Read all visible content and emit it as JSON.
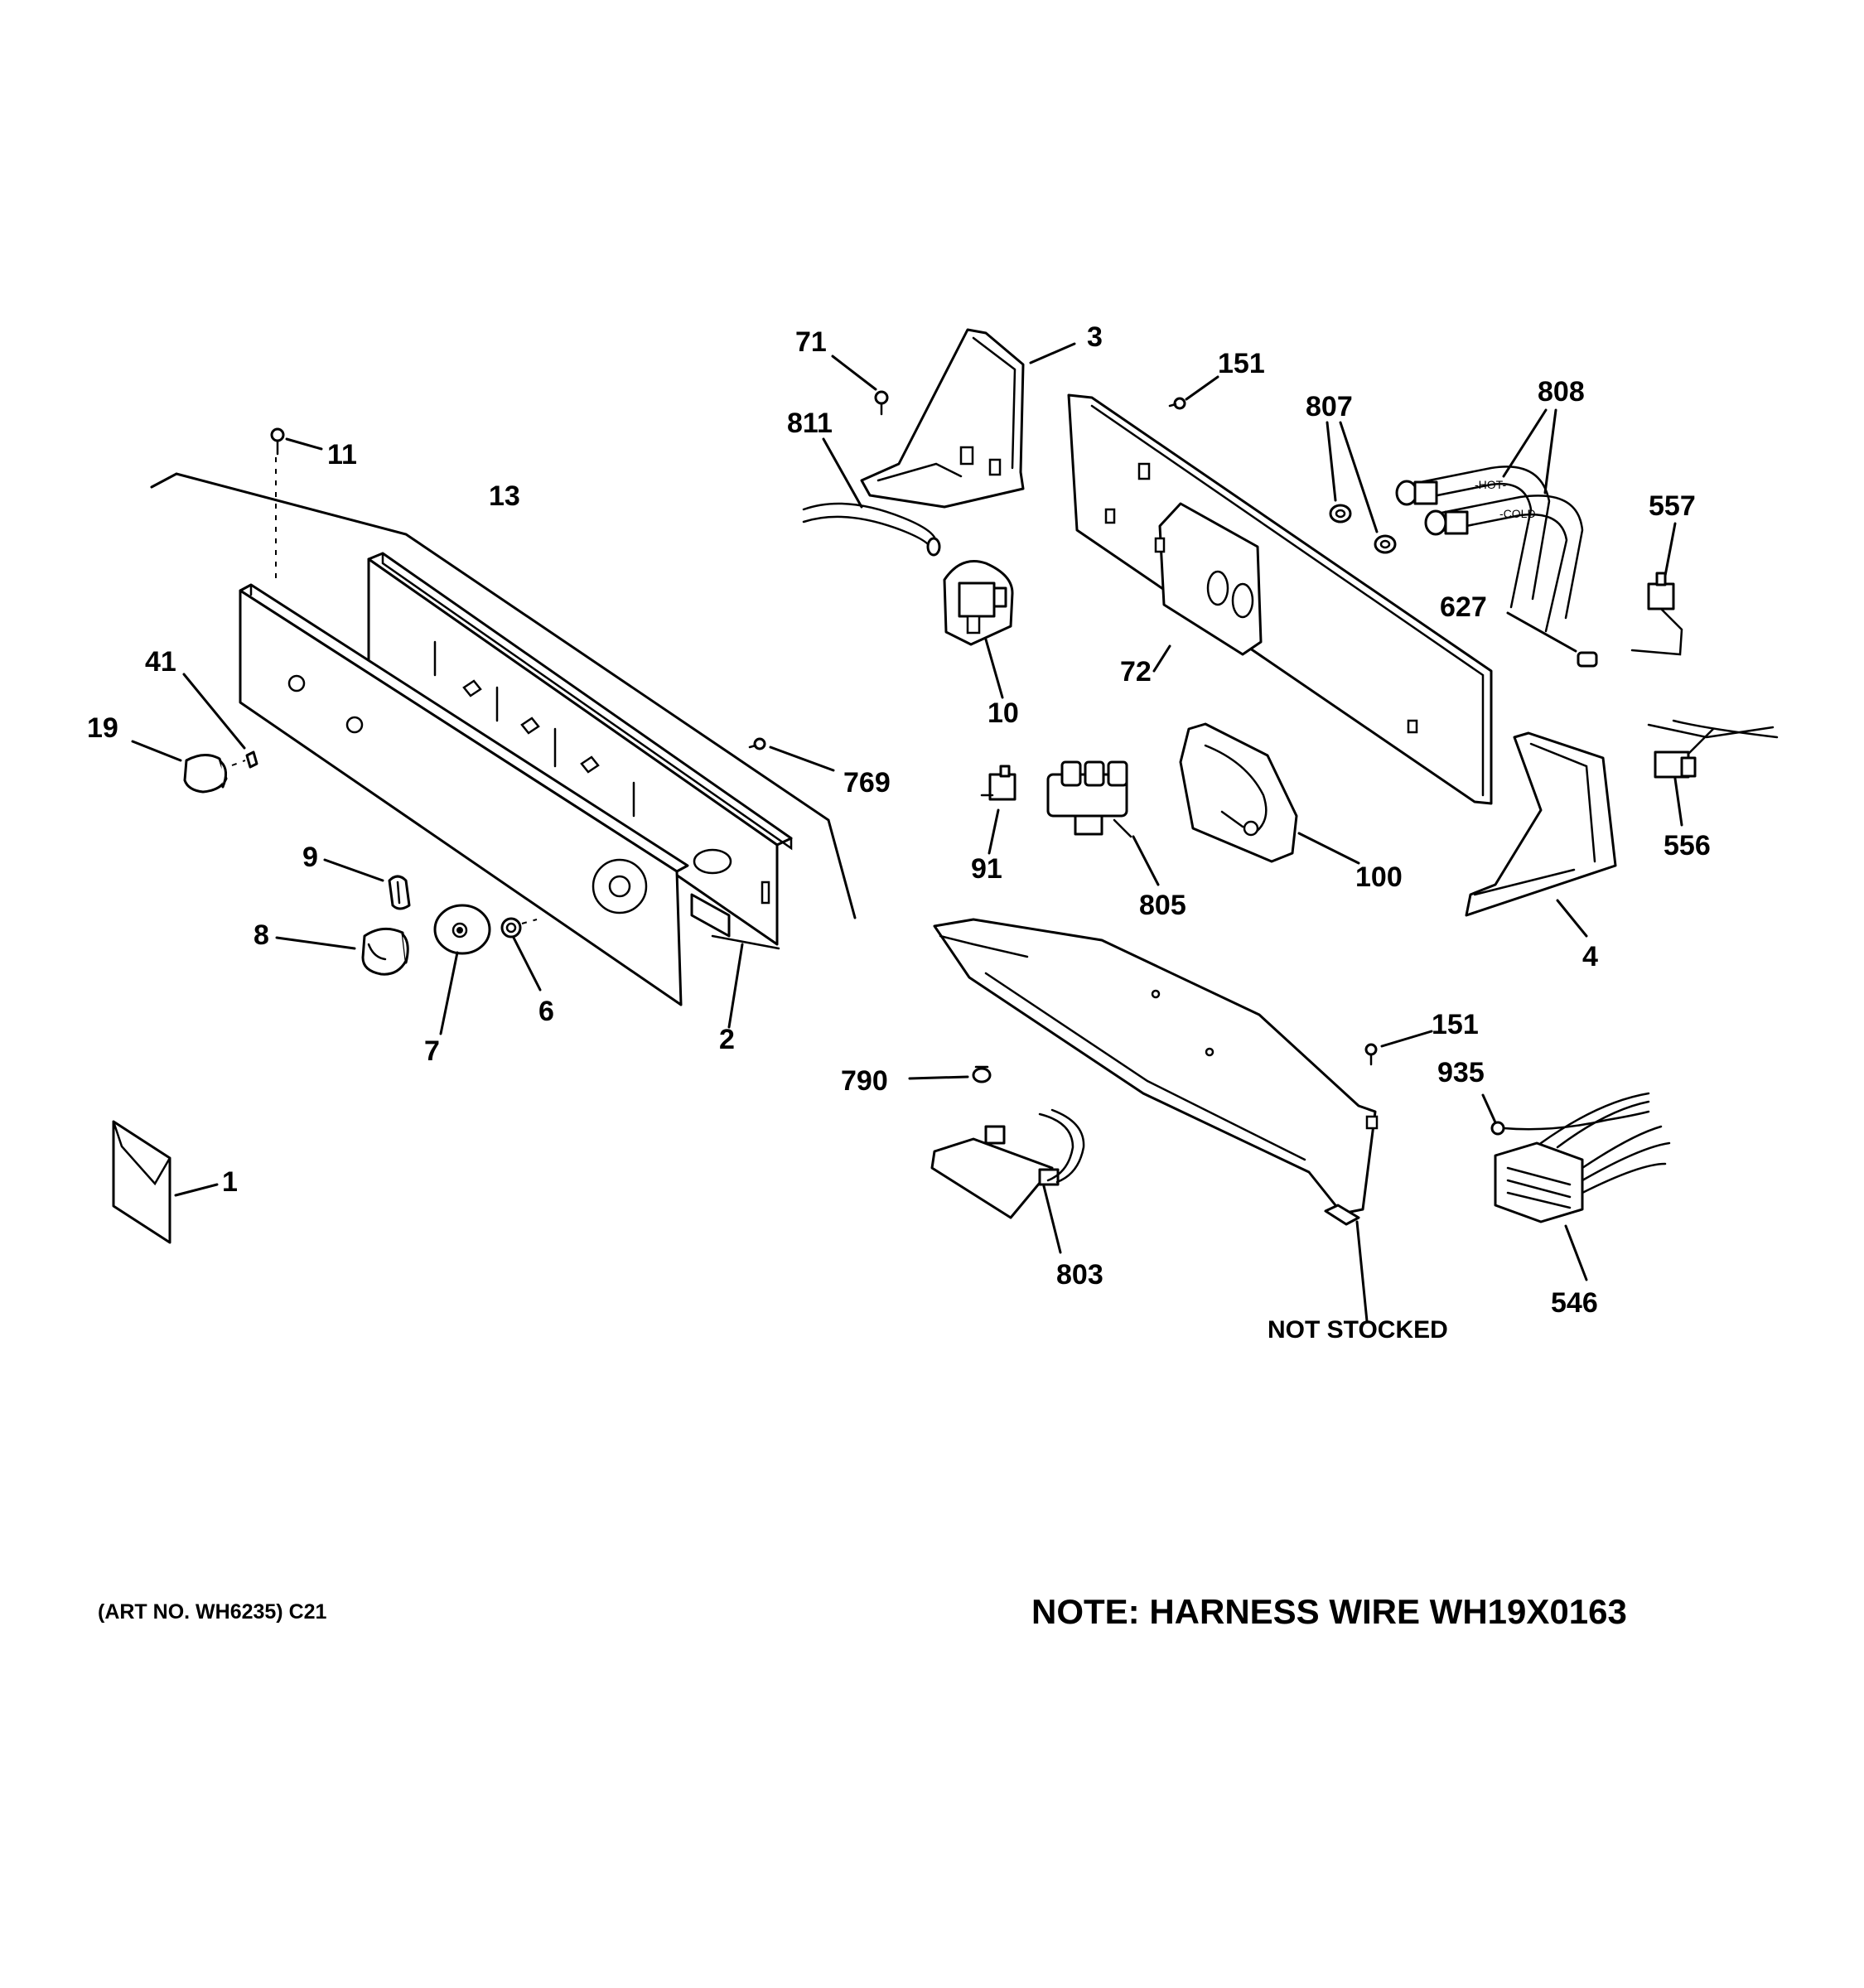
{
  "callouts": {
    "c1": "1",
    "c2": "2",
    "c3": "3",
    "c4": "4",
    "c6": "6",
    "c7": "7",
    "c8": "8",
    "c9": "9",
    "c10": "10",
    "c11": "11",
    "c13": "13",
    "c19": "19",
    "c41": "41",
    "c71": "71",
    "c72": "72",
    "c91": "91",
    "c100": "100",
    "c151a": "151",
    "c151b": "151",
    "c546": "546",
    "c556": "556",
    "c557": "557",
    "c627": "627",
    "c769": "769",
    "c790": "790",
    "c803": "803",
    "c805": "805",
    "c807": "807",
    "c808": "808",
    "c811": "811",
    "c935": "935",
    "not_stocked": "NOT STOCKED"
  },
  "hose_labels": {
    "hot": "-HOT-",
    "cold": "-COLD-"
  },
  "notes": {
    "art_no": "(ART NO. WH6235) C21",
    "harness": "NOTE: HARNESS WIRE WH19X0163"
  }
}
